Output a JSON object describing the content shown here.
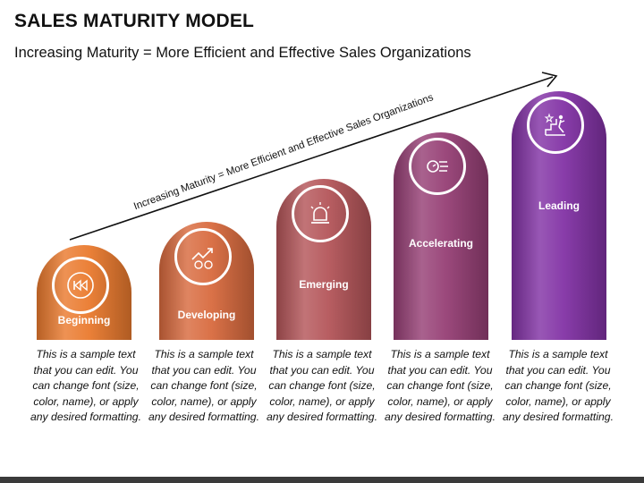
{
  "title": "SALES MATURITY MODEL",
  "subtitle": "Increasing Maturity = More Efficient and Effective Sales Organizations",
  "arrow_label": "Increasing Maturity = More Efficient and Effective Sales Organizations",
  "stages": [
    {
      "label": "Beginning",
      "icon": "rewind-icon",
      "color": "#ea7a2e"
    },
    {
      "label": "Developing",
      "icon": "growth-icon",
      "color": "#d86a3e"
    },
    {
      "label": "Emerging",
      "icon": "alarm-light-icon",
      "color": "#b45559"
    },
    {
      "label": "Accelerating",
      "icon": "speed-icon",
      "color": "#963f75"
    },
    {
      "label": "Leading",
      "icon": "climb-stairs-icon",
      "color": "#8232a5"
    }
  ],
  "description": "This is a sample text that you can edit. You can change font (size, color, name), or apply any desired formatting."
}
